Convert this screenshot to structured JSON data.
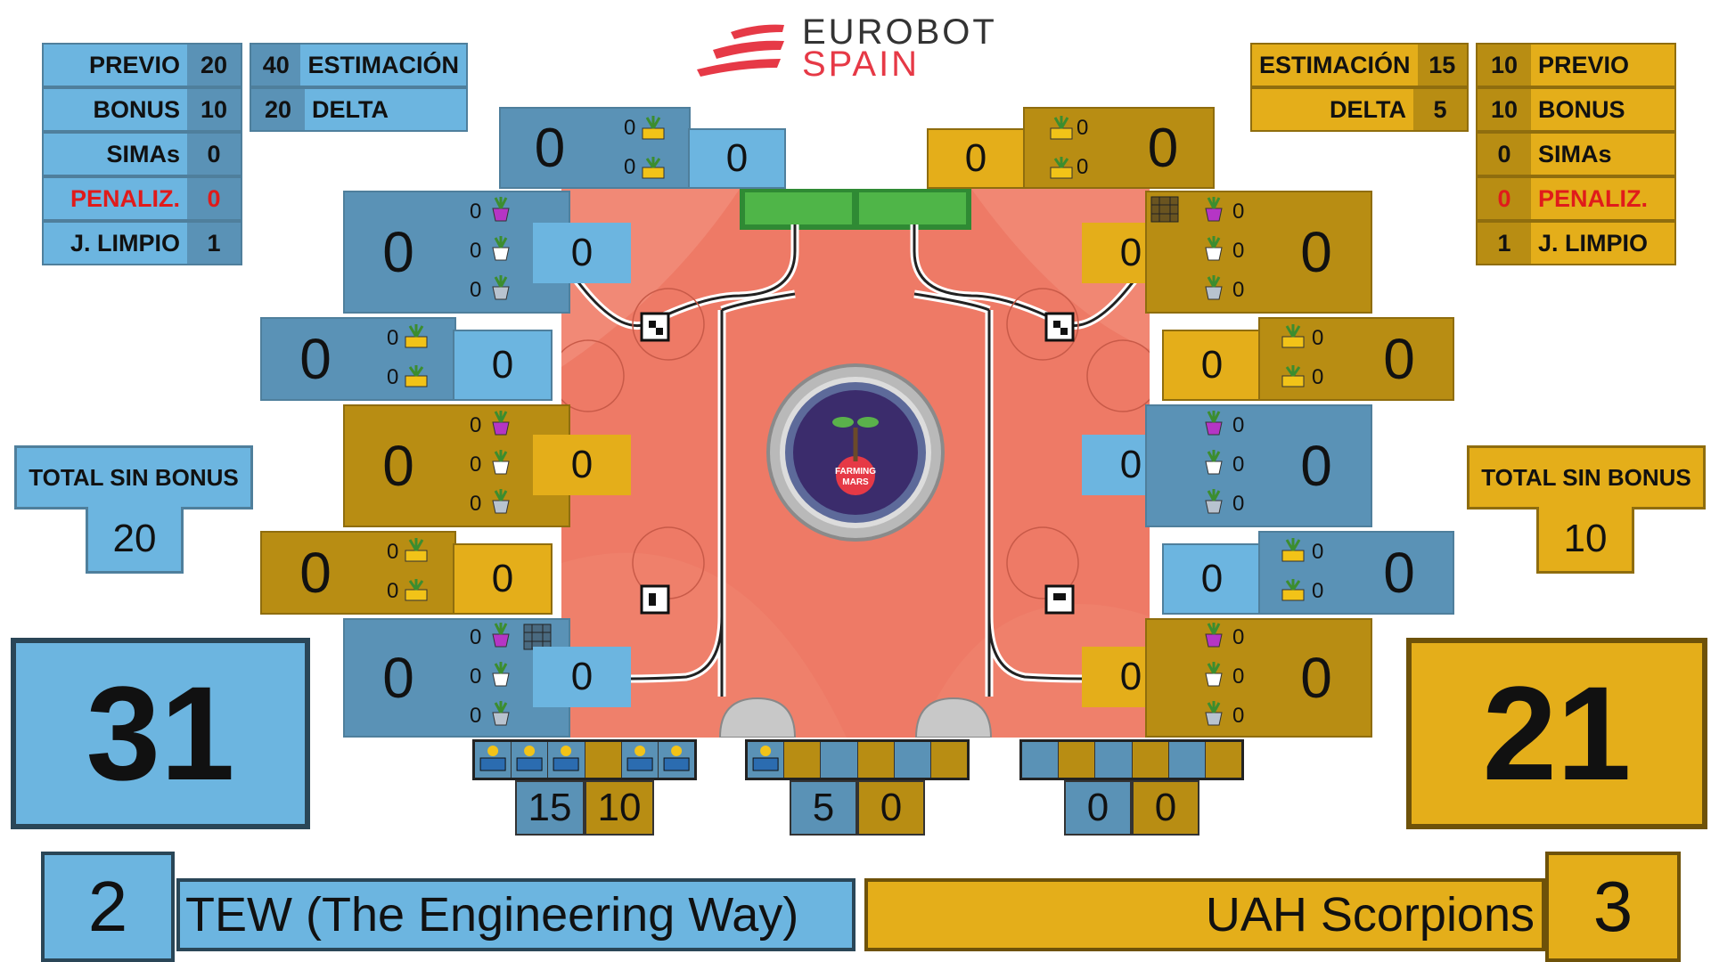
{
  "logo": {
    "line1": "EUROBOT",
    "line2": "SPAIN"
  },
  "left_stats": {
    "previo_label": "PREVIO",
    "previo": "20",
    "estimacion": "40",
    "estimacion_label": "ESTIMACIÓN",
    "bonus_label": "BONUS",
    "bonus": "10",
    "delta": "20",
    "delta_label": "DELTA",
    "simas_label": "SIMAs",
    "simas": "0",
    "penaliz_label": "PENALIZ.",
    "penaliz": "0",
    "limpio_label": "J. LIMPIO",
    "limpio": "1"
  },
  "right_stats": {
    "estimacion_label": "ESTIMACIÓN",
    "estimacion": "15",
    "previo": "10",
    "previo_label": "PREVIO",
    "delta_label": "DELTA",
    "delta": "5",
    "bonus": "10",
    "bonus_label": "BONUS",
    "simas": "0",
    "simas_label": "SIMAs",
    "penaliz": "0",
    "penaliz_label": "PENALIZ.",
    "limpio": "1",
    "limpio_label": "J. LIMPIO"
  },
  "left_total": {
    "label": "TOTAL SIN BONUS",
    "value": "20"
  },
  "right_total": {
    "label": "TOTAL SIN BONUS",
    "value": "10"
  },
  "left_score": "31",
  "right_score": "21",
  "left_team": {
    "rank": "2",
    "name": "TEW (The Engineering Way)"
  },
  "right_team": {
    "rank": "3",
    "name": "UAH Scorpions"
  },
  "top_areas": {
    "left": {
      "big": "0",
      "c1": "0",
      "c2": "0",
      "small": "0"
    },
    "right": {
      "small": "0",
      "c1": "0",
      "c2": "0",
      "big": "0"
    }
  },
  "left_zones": [
    {
      "big": "0",
      "c1": "0",
      "c2": "0",
      "c3": "0",
      "small": "0"
    },
    {
      "big": "0",
      "c1": "0",
      "c2": "0",
      "small": "0"
    },
    {
      "big": "0",
      "c1": "0",
      "c2": "0",
      "c3": "0",
      "small": "0"
    },
    {
      "big": "0",
      "c1": "0",
      "c2": "0",
      "small": "0"
    },
    {
      "big": "0",
      "c1": "0",
      "c2": "0",
      "c3": "0",
      "small": "0"
    }
  ],
  "right_zones": [
    {
      "small": "0",
      "c1": "0",
      "c2": "0",
      "c3": "0",
      "big": "0"
    },
    {
      "small": "0",
      "c1": "0",
      "c2": "0",
      "big": "0"
    },
    {
      "small": "0",
      "c1": "0",
      "c2": "0",
      "c3": "0",
      "big": "0"
    },
    {
      "small": "0",
      "c1": "0",
      "c2": "0",
      "big": "0"
    },
    {
      "small": "0",
      "c1": "0",
      "c2": "0",
      "c3": "0",
      "big": "0"
    }
  ],
  "solar": [
    {
      "blue": "15",
      "gold": "10"
    },
    {
      "blue": "5",
      "gold": "0"
    },
    {
      "blue": "0",
      "gold": "0"
    }
  ],
  "field_label": {
    "line1": "FARMING",
    "line2": "MARS"
  },
  "colors": {
    "blue": "#6cb5e0",
    "blue_dark": "#5a92b6",
    "gold": "#e4ae1a",
    "gold_dark": "#b88d13",
    "penalty": "#e01b1b",
    "field": "#ee7a66"
  }
}
